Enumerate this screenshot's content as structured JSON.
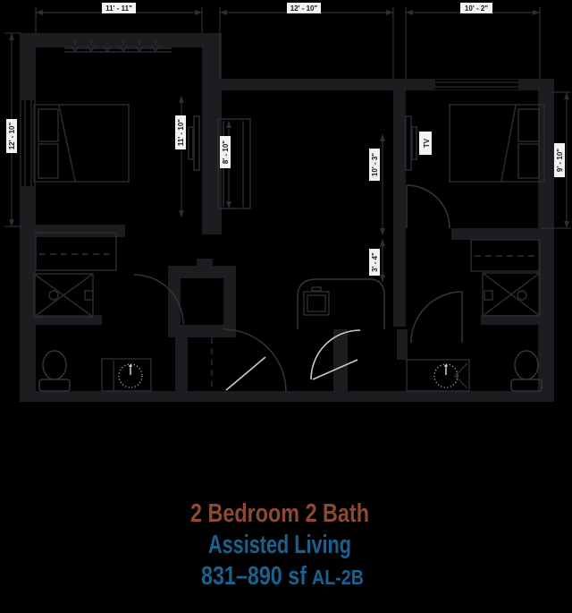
{
  "caption": {
    "line1": "2 Bedroom 2 Bath",
    "line2": "Assisted Living",
    "line3_area": "831–890 sf",
    "line3_code": "AL-2B",
    "line1_color": "#8d4a33",
    "line23_color": "#19618f"
  },
  "dimensions": {
    "top_left_bedroom": "11' - 11\"",
    "top_living": "12' - 10\"",
    "top_right_bedroom": "10' - 2\"",
    "left_bedroom_depth": "12' - 10\"",
    "right_bedroom_depth": "9' - 10\"",
    "left_bedroom_interior": "11' - 10\"",
    "closet_depth": "8' - 10\"",
    "living_interior": "10' - 3\"",
    "hall_width": "3' - 4\""
  },
  "labels": {
    "tv": "TV"
  },
  "colors": {
    "background": "#000000",
    "wall_fill": "#1d1d21",
    "line": "#2e2e33",
    "light_line": "#c9c9c9",
    "chip_bg": "#f2f2f2",
    "chip_text": "#141414"
  }
}
